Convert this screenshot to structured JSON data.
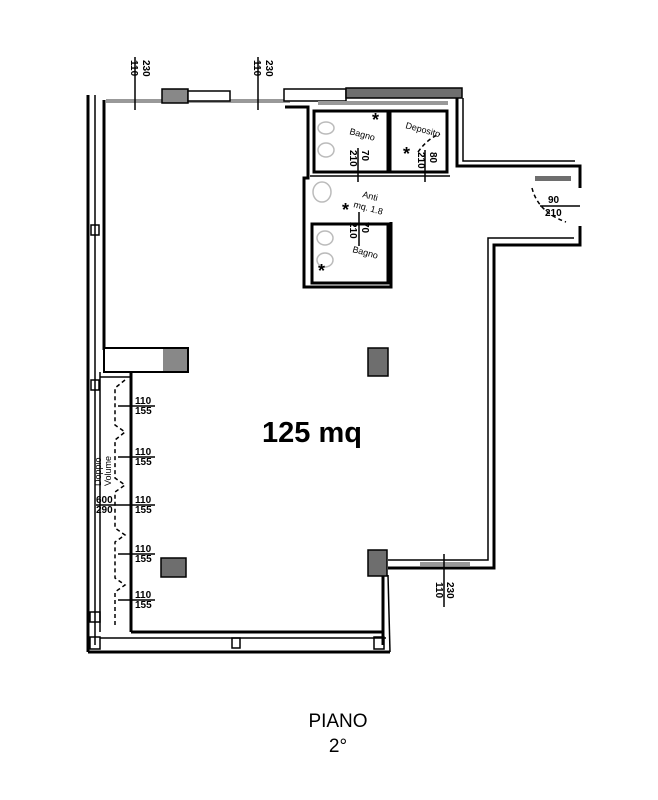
{
  "plan": {
    "area_label": "125 mq",
    "floor_label": "PIANO",
    "floor_number": "2°",
    "rooms": {
      "bagno_top": "Bagno",
      "deposito": "Deposito",
      "anti": "Anti",
      "anti_area": "mq. 1.8",
      "bagno_bottom": "Bagno",
      "doppio_volume_1": "Doppio",
      "doppio_volume_2": "Volume"
    },
    "dimensions": {
      "top_window_1": [
        "110",
        "230"
      ],
      "top_window_2": [
        "110",
        "230"
      ],
      "door_bagno_top": [
        "70",
        "210"
      ],
      "door_deposito": [
        "80",
        "210"
      ],
      "door_bagno_bottom": [
        "70",
        "210"
      ],
      "entrance_door": [
        "90",
        "210"
      ],
      "bottom_right_window": [
        "110",
        "230"
      ],
      "left_windows": [
        [
          "110",
          "155"
        ],
        [
          "110",
          "155"
        ],
        [
          "110",
          "155"
        ],
        [
          "110",
          "155"
        ],
        [
          "110",
          "155"
        ]
      ],
      "doppio_volume_opening": [
        "600",
        "290"
      ]
    }
  }
}
